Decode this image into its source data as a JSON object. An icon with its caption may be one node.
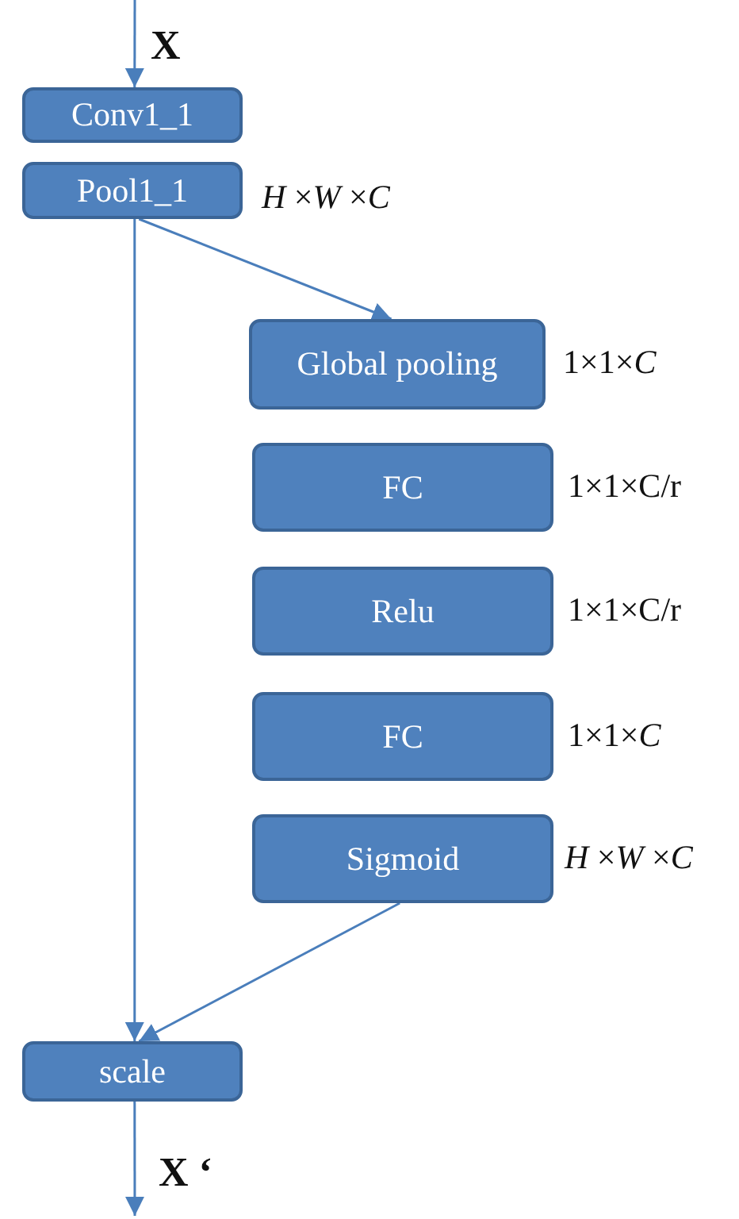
{
  "diagram": {
    "nodes": [
      {
        "text": [
          "Conv1_1"
        ]
      },
      {
        "text": [
          "Pool1_1"
        ],
        "beside": [
          "*H* ×*W* ×*C*"
        ]
      },
      {
        "text": [
          "Global pooling"
        ],
        "beside": [
          "1×1×*C*"
        ]
      },
      {
        "text": [
          "FC"
        ],
        "beside": [
          "1×1×C/r"
        ]
      },
      {
        "text": [
          "Relu"
        ],
        "beside": [
          "1×1×C/r"
        ]
      },
      {
        "text": [
          "FC"
        ],
        "beside": [
          "1×1×*C*"
        ]
      },
      {
        "text": [
          "Sigmoid"
        ],
        "beside": [
          "*H* ×*W* ×*C*"
        ]
      },
      {
        "text": [
          "scale"
        ]
      }
    ],
    "edges": [
      {
        "from": null,
        "to": 0,
        "arrow": "to",
        "label": "X"
      },
      {
        "from": 1,
        "to": 2,
        "arrow": "to"
      },
      {
        "from": 1,
        "to": 7,
        "arrow": "to"
      },
      {
        "from": 6,
        "to": 7,
        "arrow": "to"
      },
      {
        "from": 7,
        "to": null,
        "arrow": "to",
        "label": "X ‘"
      }
    ]
  }
}
